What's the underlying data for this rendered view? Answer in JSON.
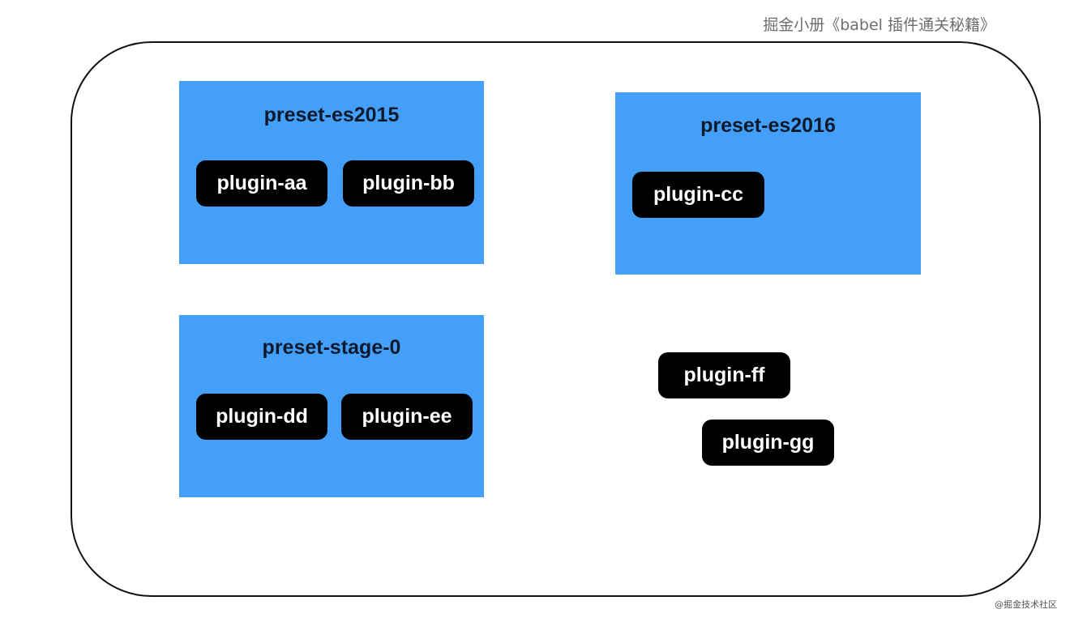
{
  "header": {
    "caption": "掘金小册《babel 插件通关秘籍》"
  },
  "presets": [
    {
      "title": "preset-es2015",
      "plugins": [
        "plugin-aa",
        "plugin-bb"
      ]
    },
    {
      "title": "preset-es2016",
      "plugins": [
        "plugin-cc"
      ]
    },
    {
      "title": "preset-stage-0",
      "plugins": [
        "plugin-dd",
        "plugin-ee"
      ]
    }
  ],
  "standalone_plugins": [
    "plugin-ff",
    "plugin-gg"
  ],
  "footer": {
    "watermark": "@掘金技术社区"
  },
  "colors": {
    "preset_fill": "#439ff7",
    "plugin_fill": "#000000",
    "plugin_text": "#ffffff",
    "frame_stroke": "#111111"
  }
}
